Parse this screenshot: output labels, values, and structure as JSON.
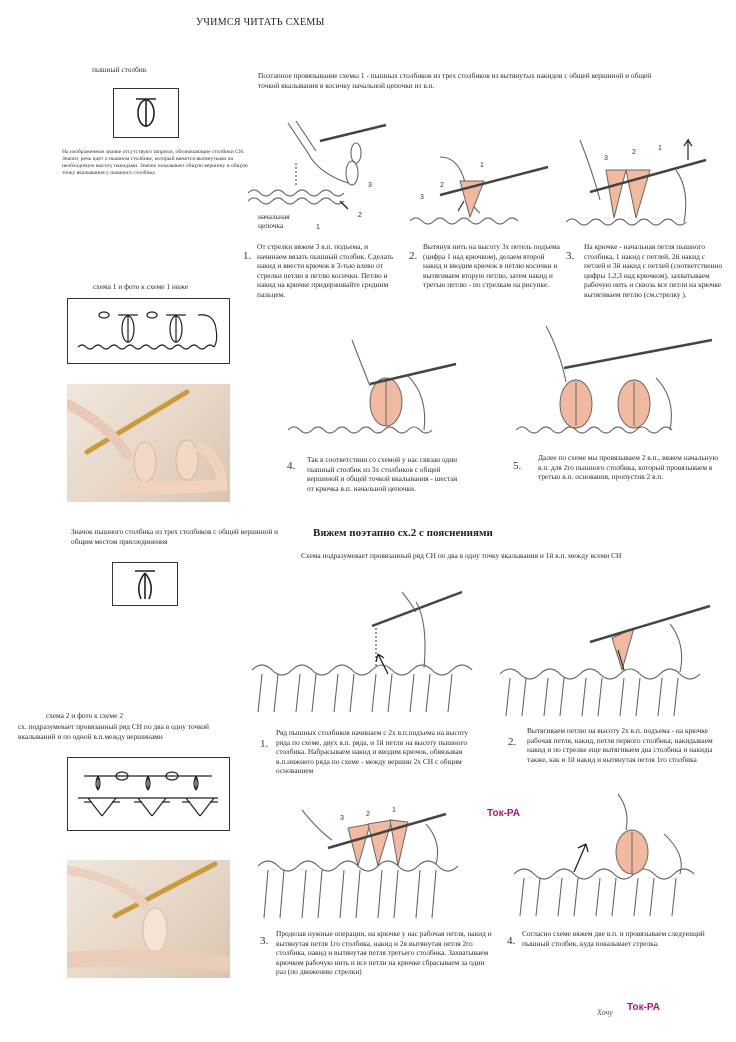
{
  "page_title": "УЧИМСЯ ЧИТАТЬ СХЕМЫ",
  "left": {
    "puff_label": "пышный столбик",
    "puff_note": "На изображенном значке отсутствуют шприхи, обозначающие столбики СН. Значит, речь идет о пышном столбике, который вяжется вытянутыми на необходимую высоту накидами. Значок показывает общую вершину и общую точку вкалывания у пышного столбика",
    "scheme1_label": "схема 1     и фото к схеме 1  ниже",
    "puff3_note": "Значок пышного столбика из трех столбиков с общей вершиной и общим местом присоединения",
    "scheme2_label": "схема 2  и фото к схеме 2",
    "scheme2_note": "сх. подразумевает провязанный ряд СН по два в одну точкой вкалываний и по одной в.п.между вершинами"
  },
  "section1": {
    "intro": "Поэтапное провязывание схемы 1 - пышных столбиков из трех столбиков из вытянутых накидов с общей вершиной и общей точкой вкалывания  в косичку начальной цепочки из в.п.",
    "chain_label": "начальная цепочка",
    "steps": [
      {
        "num": "1.",
        "text": "От стрелки вяжем 3 в.п. подъема, и начинаем вязать пышный столбик. Сделать накид и ввести крючок  в 3-тью влево от стрелки петлю в петлю косички. Петлю и накид на крючке придерживайте средним пальцем."
      },
      {
        "num": "2.",
        "text": "Вытянув нить на высоту 3х петель подъема (цифра 1 над крючком), делаем второй накид и вводим крючок в петлю косички и вытягиваем вторую петлю, затем накид и третью петлю - по стрелкам на рисунке."
      },
      {
        "num": "3.",
        "text": "На крючке - начальная петля пышного столбика, 1 накид с петлей, 2й накид с петлей и 3й накид с петлей (соответственно цифры 1,2,3 над крючком), захватываем рабочую нить и сквозь все петли на крючке вытягиваем петлю (см.стрелку )."
      },
      {
        "num": "4.",
        "text": "Так в соответствии со схемой у нас связан один пышный столбик из 3х столбиков с общей вершиной и общей точкой вкалывания - шестая от крючка в.п. начальной цепочки."
      },
      {
        "num": "5.",
        "text": "Далее по схеме мы провязываем 2 в.п., вяжем начальную в.п. для 2го пышного столбика, который провязываем в третью в.п. основания, пропустив 2 в.п."
      }
    ]
  },
  "section2": {
    "title": "Вяжем поэтапно сх.2  с пояснениями",
    "intro": "Схема подразумевает провязанный  ряд СН по два в одну точку вкалывания и 1й в.п. между всеми СН",
    "steps": [
      {
        "num": "1.",
        "text": "Ряд пышных столбиков начинаем с 2х в.п.подъема на высоту ряда по схеме, двух в.п. ряда, и 1й петли на высоту пышного столбика. Набрасываем накид и вводим крючок, обвязывая в.п.нижнего ряда по схеме - между вершин 2х СН с общим основанием"
      },
      {
        "num": "2.",
        "text": "Вытягиваем петлю на высоту 2х в.п. подъема - на крючке рабочая петля, накид, петля первого столбика; накидываем накид и по стрелке еще вытягиваем два столбика и накиды также, как и 1й накид и вытянутая петля 1го столбика"
      },
      {
        "num": "3.",
        "text": "Проделав нужные операции, на крючке у нас рабочая петля, накид и вытянутая петля 1го столбика, накид и 2я вытянутая петля 2го столбика, накид и вытянутая петля третьего столбика. Захватываем крючком рабочую нить и все петли на крючке сбрасываем за один раз (по движению стрелки)"
      },
      {
        "num": "4.",
        "text": "Согласно схеме вяжем две в.п. и провязываем следующий пышный столбик, куда показывает стрелка."
      }
    ],
    "watermark_mid": "Ток-РА"
  },
  "footer": {
    "handwriting": "Хочу",
    "brand": "Ток-РА"
  },
  "colors": {
    "yarn_peach": "#f0b9a0",
    "yarn_outline": "#666666",
    "hook": "#444444",
    "brand": "#b0127a"
  }
}
